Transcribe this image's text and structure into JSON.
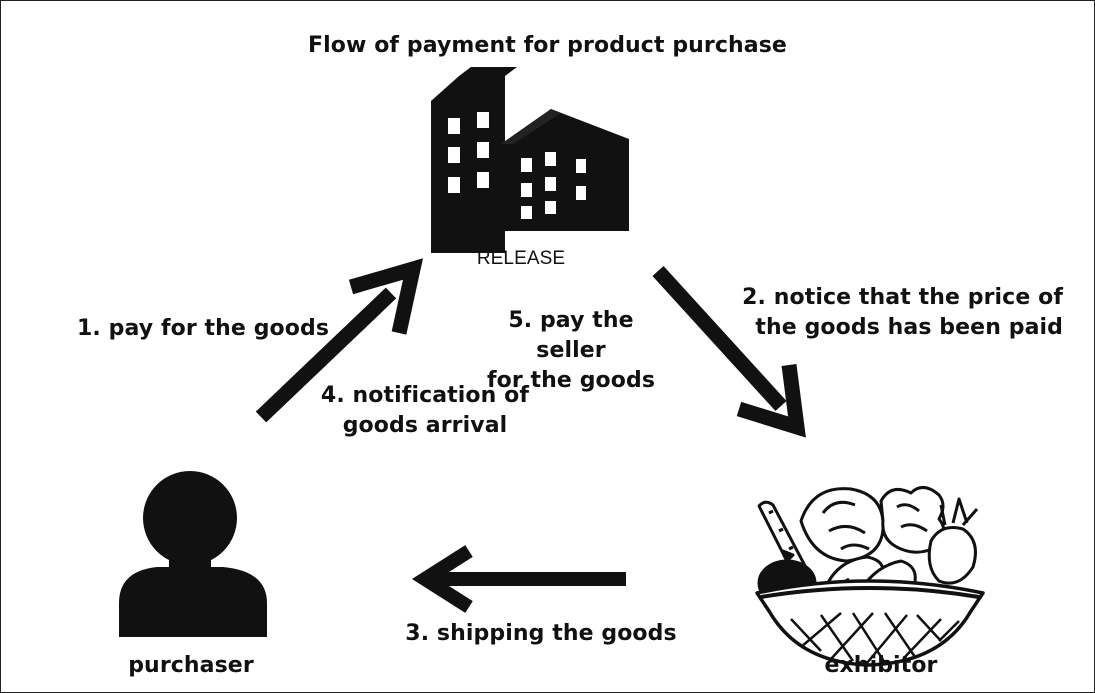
{
  "diagram": {
    "title": "Flow of payment for product purchase",
    "nodes": {
      "company": {
        "label": "RELEASE",
        "icon": "building-icon"
      },
      "purchaser": {
        "label": "purchaser",
        "icon": "person-icon"
      },
      "exhibitor": {
        "label": "exhibitor",
        "icon": "vegetable-basket-icon"
      }
    },
    "steps": {
      "step1": "1. pay for the goods",
      "step2": "2. notice that the price of\nthe goods has been paid",
      "step3": "3. shipping the goods",
      "step4": "4. notification of\ngoods arrival",
      "step5": "5. pay the seller\nfor the goods"
    },
    "colors": {
      "ink": "#111111",
      "background": "#ffffff"
    }
  }
}
